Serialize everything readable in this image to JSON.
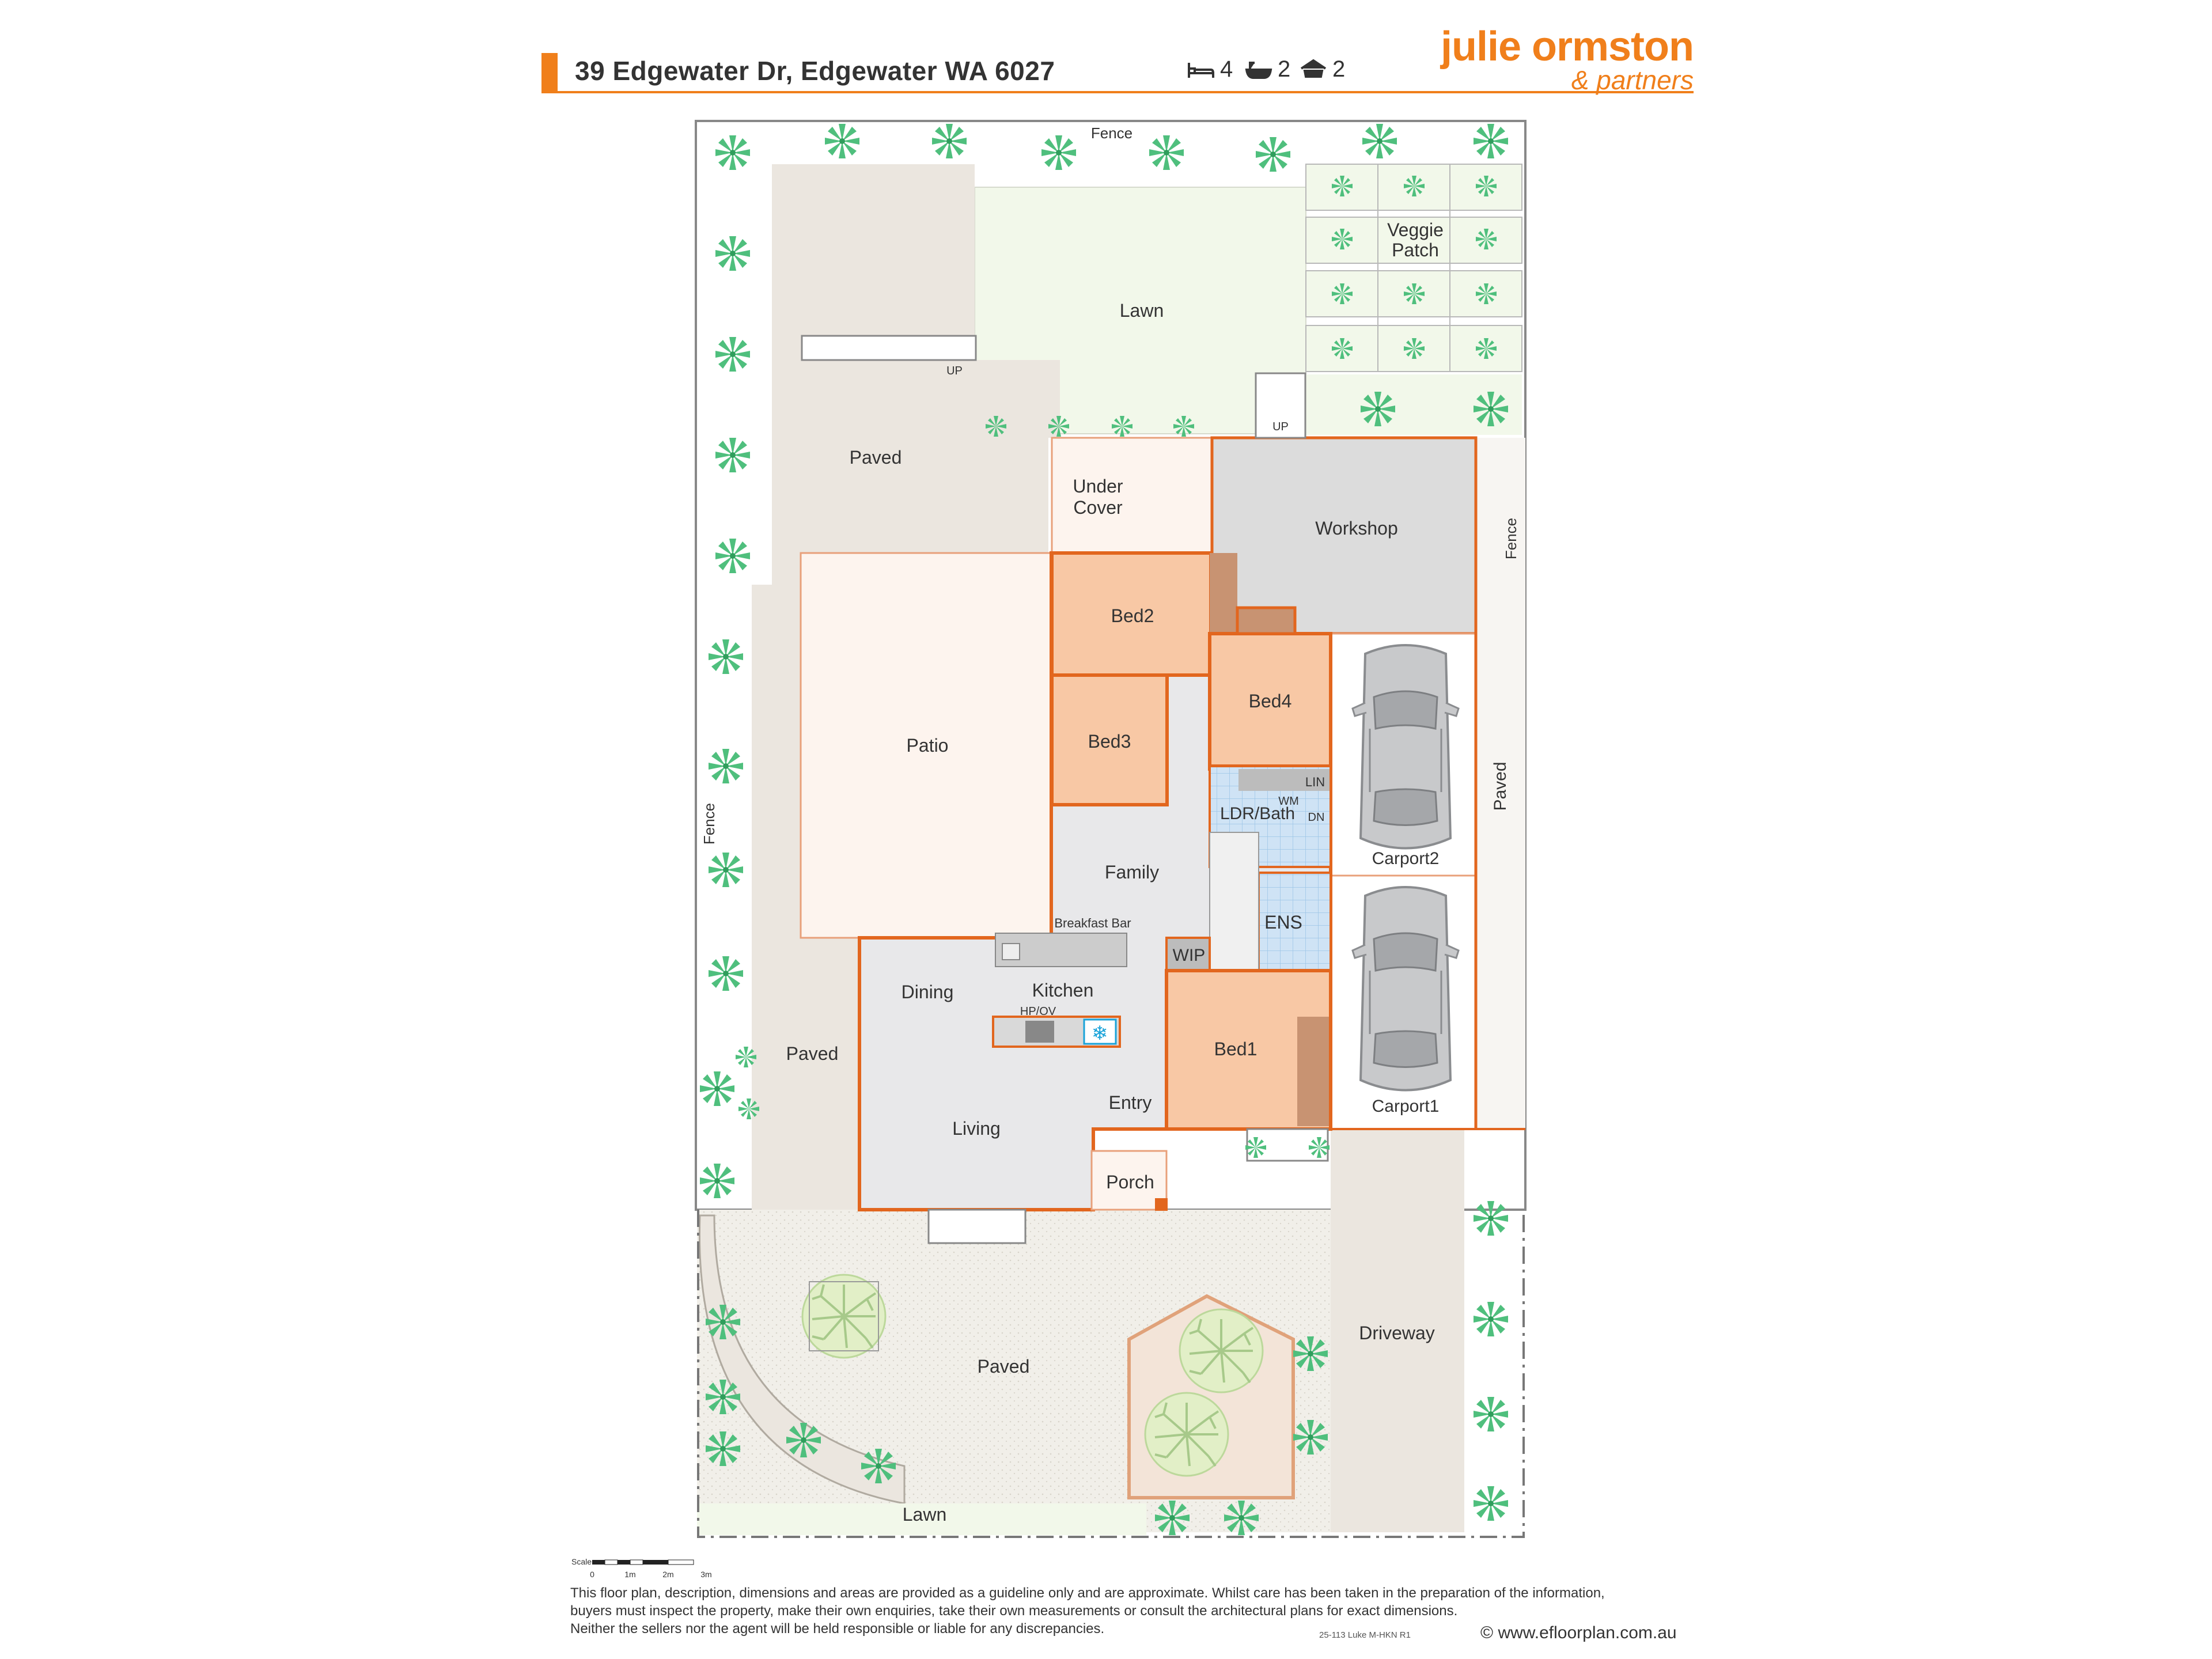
{
  "header": {
    "address": "39 Edgewater Dr, Edgewater WA 6027",
    "bedrooms": "4",
    "bathrooms": "2",
    "car_spaces": "2",
    "brand_name": "julie ormston",
    "brand_sub": "& partners",
    "accent_color": "#f07f1b"
  },
  "icons": [
    "bed-icon",
    "bath-icon",
    "car-icon",
    "plant-icon",
    "tree-icon",
    "car-shape-icon",
    "fan-icon"
  ],
  "rooms": {
    "bed1": "Bed1",
    "bed2": "Bed2",
    "bed3": "Bed3",
    "bed4": "Bed4",
    "family": "Family",
    "kitchen": "Kitchen",
    "dining": "Dining",
    "living": "Living",
    "entry": "Entry",
    "porch": "Porch",
    "wip": "WIP",
    "ens": "ENS",
    "ldr_bath": "LDR/Bath",
    "wm": "WM",
    "dn": "DN",
    "lin": "LIN",
    "breakfast_bar": "Breakfast Bar",
    "hp_ov": "HP/OV",
    "patio": "Patio",
    "workshop": "Workshop",
    "under_cover_1": "Under",
    "under_cover_2": "Cover",
    "carport1": "Carport1",
    "carport2": "Carport2",
    "driveway": "Driveway"
  },
  "outdoor": {
    "fence": "Fence",
    "lawn": "Lawn",
    "paved": "Paved",
    "up": "UP",
    "veggie_1": "Veggie",
    "veggie_2": "Patch"
  },
  "scale": {
    "label": "Scale",
    "ticks": [
      "0",
      "1m",
      "2m",
      "3m"
    ]
  },
  "footer": {
    "line1": "This floor plan, description, dimensions and areas are provided as a guideline only and are approximate. Whilst care has been taken in the preparation of the information,",
    "line2": "buyers must inspect the property, make their own enquiries, take their own measurements or consult the architectural plans for exact dimensions.",
    "line3": "Neither the sellers nor the agent will be held responsible or liable for any discrepancies.",
    "ref": "25-113 Luke M-HKN      R1",
    "website": "© www.efloorplan.com.au"
  }
}
